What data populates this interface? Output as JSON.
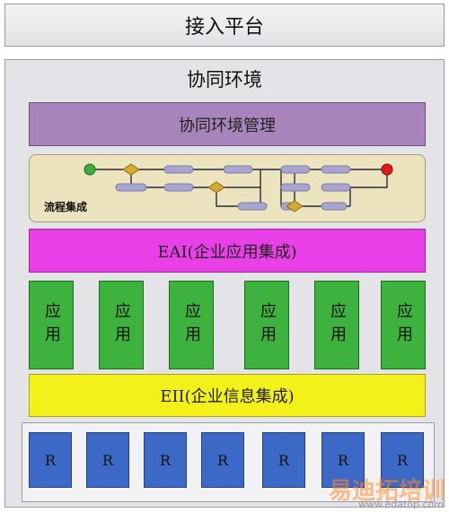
{
  "access_platform": {
    "label": "接入平台"
  },
  "collab_env": {
    "title": "协同环境"
  },
  "collab_mgmt": {
    "label": "协同环境管理"
  },
  "process": {
    "label": "流程集成"
  },
  "eai": {
    "label": "EAI(企业应用集成)"
  },
  "apps": [
    {
      "label": "应用"
    },
    {
      "label": "应用"
    },
    {
      "label": "应用"
    },
    {
      "label": "应用"
    },
    {
      "label": "应用"
    },
    {
      "label": "应用"
    }
  ],
  "eii": {
    "label": "EII(企业信息集成)"
  },
  "resources": [
    {
      "label": "R"
    },
    {
      "label": "R"
    },
    {
      "label": "R"
    },
    {
      "label": "R"
    },
    {
      "label": "R"
    },
    {
      "label": "R"
    },
    {
      "label": "R"
    }
  ],
  "watermark": {
    "main": "易迪拓培训",
    "sub": "www.edatop.com"
  },
  "colors": {
    "mgmt": "#a784ba",
    "flow": "#ece3bf",
    "eai": "#e93fe6",
    "app": "#3eb23f",
    "eii": "#f3f01a",
    "resource": "#3d69c6",
    "start_node": "#3cae3c",
    "end_node": "#e01818",
    "task_pill": "#a7a6cf",
    "gateway": "#d6a935"
  }
}
